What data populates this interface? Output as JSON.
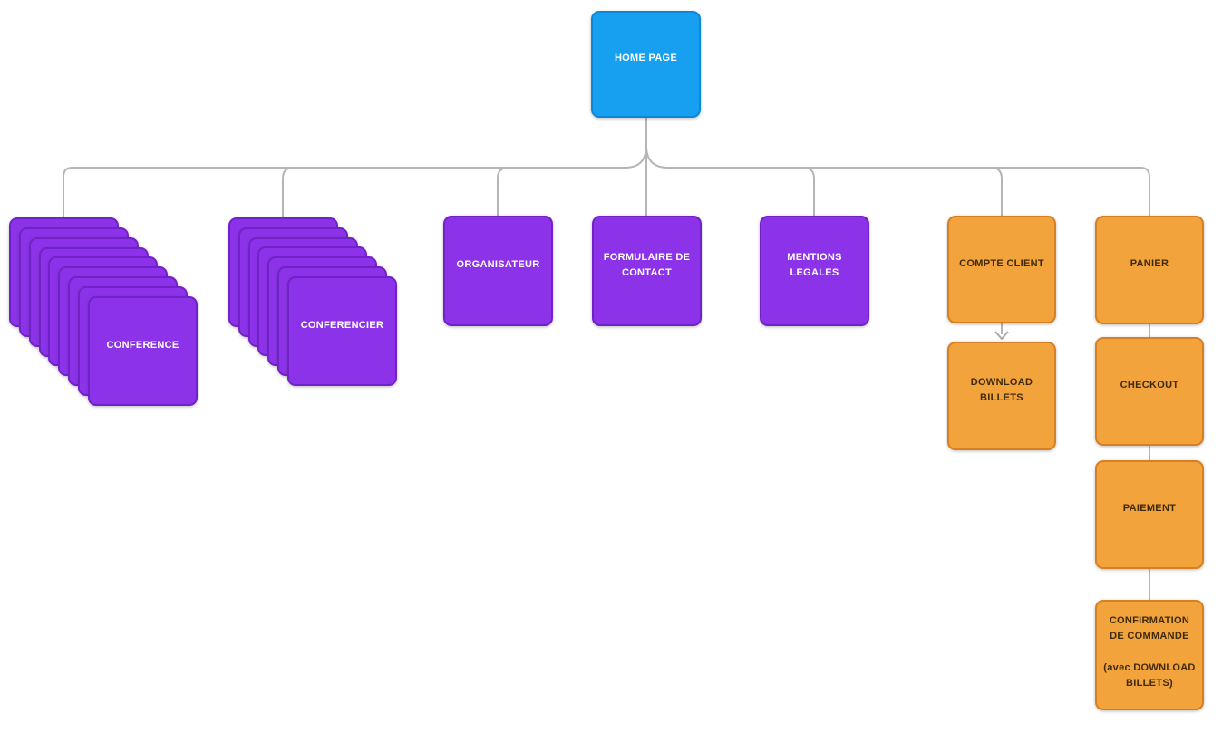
{
  "diagram": {
    "title": "sitemap-flowchart",
    "colors": {
      "background": "#ffffff",
      "root_fill": "#18a0f0",
      "root_border": "#0e87d8",
      "content_fill": "#8c33ea",
      "content_border": "#7121c8",
      "commerce_fill": "#f2a33c",
      "commerce_border": "#d87f22",
      "connector": "#b5b5b5",
      "label_light": "#ffffff",
      "label_dark": "#3e2a08"
    },
    "root": {
      "label": "HOME PAGE"
    },
    "nodes": {
      "conference": {
        "label": "CONFERENCE",
        "stack_count": 9
      },
      "conferencier": {
        "label": "CONFERENCIER",
        "stack_count": 7
      },
      "organisateur": {
        "label": "ORGANISATEUR"
      },
      "formulaire": {
        "label": "FORMULAIRE DE\nCONTACT"
      },
      "mentions": {
        "label": "MENTIONS\nLEGALES"
      },
      "compte": {
        "label": "COMPTE CLIENT"
      },
      "download": {
        "label": "DOWNLOAD\nBILLETS"
      },
      "panier": {
        "label": "PANIER"
      },
      "checkout": {
        "label": "CHECKOUT"
      },
      "paiement": {
        "label": "PAIEMENT"
      },
      "confirmation": {
        "label": "CONFIRMATION\nDE COMMANDE\n\n(avec DOWNLOAD\nBILLETS)"
      }
    }
  }
}
